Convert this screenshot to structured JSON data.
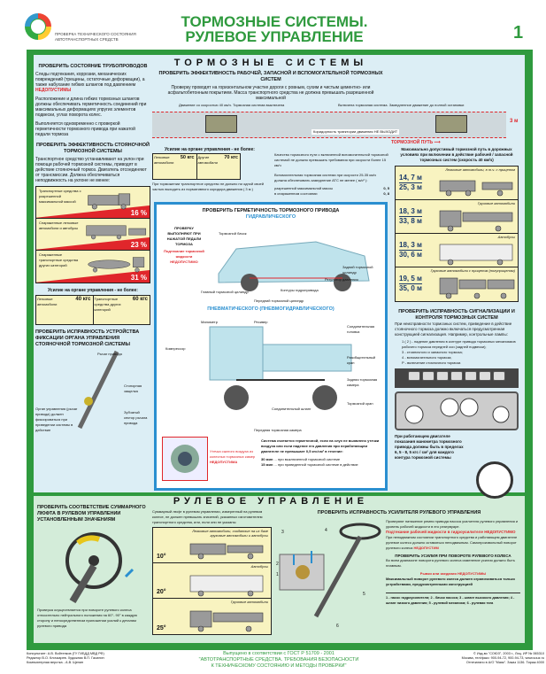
{
  "header": {
    "org_line1": "ПРОВЕРКА ТЕХНИЧЕСКОГО СОСТОЯНИЯ",
    "org_line2": "АВТОТРАНСПОРТНЫХ СРЕДСТВ",
    "title1": "ТОРМОЗНЫЕ СИСТЕМЫ.",
    "title2": "РУЛЕВОЕ УПРАВЛЕНИЕ",
    "page_number": "1"
  },
  "brakes": {
    "section_title": "ТОРМОЗНЫЕ СИСТЕМЫ",
    "pipes": {
      "title": "ПРОВЕРИТЬ СОСТОЯНИЕ ТРУБОПРОВОДОВ",
      "text": "Следы подтекания, коррозии, механических повреждений (трещины, остаточные деформации), а также набухание гибких шлангов под давлением",
      "warn": "НЕДОПУСТИМЫ",
      "text2": "Расположение и длина гибких тормозных шлангов должны обеспечивать герметичность соединений при максимальных деформациях упругих элементов подвески, углах поворота колес.",
      "text3": "Выполняется одновременно с проверкой герметичности тормозного привода при нажатой педали тормоза"
    },
    "stationary": {
      "title": "ПРОВЕРИТЬ ЭФФЕКТИВНОСТЬ СТОЯНОЧНОЙ ТОРМОЗНОЙ СИСТЕМЫ",
      "text": "Транспортное средство устанавливают на уклон при помощи рабочей тормозной системы, приводят в действие стояночный тормоз. Двигатель отсоединяют от трансмиссии. Должна обеспечиваться неподвижность на уклоне не менее:",
      "slopes": [
        {
          "label": "Транспортные средства с разрешенной максимальной массой",
          "percent": "16 %"
        },
        {
          "label": "Снаряженные легковые автомобили и автобусы",
          "percent": "23 %"
        },
        {
          "label": "Снаряженные транспортные средства других категорий",
          "percent": "31 %"
        }
      ],
      "effort_label": "Усилие на органе управления - не более:",
      "efforts": [
        {
          "label": "Легковые автомобили",
          "value": "40 кгс"
        },
        {
          "label": "Транспортные средства других категорий",
          "value": "60 кгс"
        }
      ]
    },
    "parking": {
      "title": "ПРОВЕРИТЬ ИСПРАВНОСТЬ УСТРОЙСТВА ФИКСАЦИИ ОРГАНА УПРАВЛЕНИЯ СТОЯНОЧНОЙ ТОРМОЗНОЙ СИСТЕМЫ",
      "lever": "Рычаг привода",
      "pawl": "Стопорная защелка",
      "sector": "Зубчатый сектор рычага привода",
      "note": "Орган управления (рычаг привода) должен фиксироваться при приведении системы в действие"
    },
    "efficiency": {
      "title": "ПРОВЕРИТЬ ЭФФЕКТИВНОСТЬ РАБОЧЕЙ, ЗАПАСНОЙ И ВСПОМОГАТЕЛЬНОЙ ТОРМОЗНЫХ СИСТЕМ",
      "text": "Проверку проводят на горизонтальном участке дороги с ровным, сухим и чистым цементно- или асфальтобетонным покрытием. Масса транспортного средства не должна превышать разрешенной максимальной",
      "speed_text": "Движение со скоростью 40 км/ч. Тормозная система выключена",
      "braking_text": "Включена тормозная система. Замедленное движение до полной остановки",
      "corridor": "Коридорность траектории движения НЕ ВЫХОДИТ",
      "width": "3 м",
      "distance_label": "ТОРМОЗНОЙ ПУТЬ",
      "effort_label": "Усилие на органе управления - не более:",
      "efforts": [
        {
          "label": "Легковые автомобили",
          "value": "50 кгс"
        },
        {
          "label": "Другие автомобили",
          "value": "70 кгс"
        }
      ],
      "corridor_text": "При торможении транспортное средство не должно ни одной своей частью выходить из нормативного коридора движения ( 3 м )",
      "aux_text1": "Качество тормозного пути с включенной вспомогательной тормозной системой не должно превышать требования при скорости более 15 км/ч",
      "aux_text2": "Вспомогательная тормозная система при скорости 25-35 км/ч должна обеспечивать замедление АТС не менее ( м/с² ):",
      "aux_rows": [
        {
          "label": "разрешенной максимальной массы",
          "value": "0, 5"
        },
        {
          "label": "в снаряженном состоянии",
          "value": "0, 8"
        }
      ]
    },
    "distances": {
      "title": "Максимально допустимый тормозной путь в дорожных условиях при включении в действие рабочей / запасной тормозных систем (скорость 40 км/ч)",
      "vehicles": [
        {
          "category": "Легковые автомобили, в т.ч. с прицепом",
          "d1": "14, 7 м",
          "d2": "25, 3 м"
        },
        {
          "category": "Грузовые автомобили",
          "d1": "18, 3 м",
          "d2": "33, 8 м"
        },
        {
          "category": "Автобусы",
          "d1": "18, 3 м",
          "d2": "30, 6 м"
        },
        {
          "category": "Грузовые автомобили с прицепом (полуприцепом)",
          "d1": "19, 5 м",
          "d2": "35, 0 м"
        }
      ]
    },
    "signal": {
      "title": "ПРОВЕРИТЬ ИСПРАВНОСТЬ СИГНАЛИЗАЦИИ И КОНТРОЛЯ ТОРМОЗНЫХ СИСТЕМ",
      "text": "При неисправности тормозных систем, приведение в действие стояночного тормоза должно включаться предусмотренная конструкцией сигнализация. Например, контрольные лампы:",
      "lamps": [
        "1 ( 2 ) - падение давления в контуре привода тормозных механизмов рабочего тормоза передней оси (задней подвески);",
        "3 - стояночного и запасного тормоза;",
        "4 - вспомогательного тормоза;",
        "P - включение стояночного тормоза"
      ],
      "gauge_text": "При работающем двигателе показания манометра тормозного привода должны быть в пределах 6, 5 - 8, 5 кгс / см² для каждого контура тормозной системы"
    },
    "hermetic": {
      "title": "ПРОВЕРИТЬ ГЕРМЕТИЧНОСТЬ ТОРМОЗНОГО ПРИВОДА",
      "hydraulic": "ГИДРАВЛИЧЕСКОГО",
      "pneumatic": "ПНЕВМАТИЧЕСКОГО (ПНЕВМОГИДРАВЛИЧЕСКОГО)",
      "pedal_note": "ПРОВЕРКУ ВЫПОЛНЯЮТ ПРИ НАЖАТОЙ ПЕДАЛИ ТОРМОЗА",
      "leak_note": "Подтекание тормозной жидкости НЕДОПУСТИМО",
      "labels_hyd": [
        "Тормозной бачок",
        "Главный тормозной цилиндр",
        "Передний тормозной цилиндр",
        "Контуры гидропривода",
        "Регулятор давления",
        "Задний тормозной цилиндр"
      ],
      "labels_pn": [
        "Манометр",
        "Ресивер",
        "Компрессор",
        "Соединительная головка",
        "Разобщительный кран",
        "Задняя тормозная камера",
        "Соединительный шланг",
        "Тормозной кран",
        "Передняя тормозная камера"
      ],
      "air_leak": "Утечка сжатого воздуха из колесных тормозных камер",
      "air_leak_warn": "НЕДОПУСТИМА",
      "airtight_text": "Система считается герметичной, если на слух не выявлено утечки воздуха или если падение его давления при неработающем двигателе не превышает 0,5 кгс/см² в течение:",
      "times": [
        {
          "value": "30 мин",
          "label": "при выключенной тормозной системе"
        },
        {
          "value": "15 мин",
          "label": "при приведенной тормозной системе в действие"
        }
      ]
    }
  },
  "steering": {
    "section_title": "РУЛЕВОЕ УПРАВЛЕНИЕ",
    "freeplay": {
      "title": "ПРОВЕРИТЬ СООТВЕТСТВИЕ СУММАРНОГО ЛЮФТА В РУЛЕВОМ УПРАВЛЕНИИ УСТАНОВЛЕННЫМ ЗНАЧЕНИЯМ",
      "text": "Проверка осуществляется при повороте рулевого колеса относительно нейтрального положения на 60°- 90° в каждую сторону и непосредственном приложении усилий к деталям рулевого привода"
    },
    "limits": {
      "text": "Суммарный люфт в рулевом управлении, измеренный на рулевом колесе, не должен превышать значений, указанных изготовителем транспортного средства, или, если они не указаны",
      "rows": [
        {
          "category": "Легковые автомобили, созданные на их базе грузовые автомобили и автобусы",
          "angle": "10°"
        },
        {
          "category": "Автобусы",
          "angle": "20°"
        },
        {
          "category": "Грузовые автомобили",
          "angle": "25°"
        }
      ]
    },
    "power": {
      "title": "ПРОВЕРИТЬ ИСПРАВНОСТЬ УСИЛИТЕЛЯ РУЛЕВОГО УПРАВЛЕНИЯ",
      "text1": "Проверяют натяжение ремня привода насоса усилителя рулевого управления и уровень рабочей жидкости в его резервуаре.",
      "warn1": "Подтекание рабочей жидкости в гидроусилителе НЕДОПУСТИМО",
      "text2": "При неподвижном состоянии транспортного средства и работающем двигателе рулевое колесо должно оставаться неподвижным. Самопроизвольный поворот рулевого колеса",
      "warn2": "НЕДОПУСТИМ",
      "effort_title": "ПРОВЕРИТЬ УСИЛИЯ ПРИ ПОВОРОТЕ РУЛЕВОГО КОЛЕСА",
      "effort_text": "Во всем диапазоне поворота рулевого колеса изменение усилия должно быть плавным.",
      "warn3": "Рывки или заедания НЕДОПУСТИМЫ",
      "max_text": "Максимальный поворот рулевого колеса должен ограничиваться только устройствами, предусмотренными конструкцией",
      "legend": "1 - насос гидроусилителя; 2 - бачок насоса; 3 - шланг высокого давления; 4 - шланг низкого давления; 5 - рулевой механизм; 6 - рулевая тяга",
      "numbers": [
        "1",
        "2",
        "3",
        "4",
        "5",
        "6"
      ]
    }
  },
  "footer": {
    "left": [
      "Консультант: А.В. Войтенков (ГУ ГИБДД МВД РФ)",
      "Редактор В.О. Клочкарев. Художник В.П. Гасилин",
      "Компьютерная верстка - А.В. Щелин"
    ],
    "center": [
      "Выпущено в соответствии с ГОСТ Р 51709 - 2001",
      "\"АВТОТРАНСПОРТНЫЕ СРЕДСТВА. ТРЕБОВАНИЯ БЕЗОПАСНОСТИ",
      "К ТЕХНИЧЕСКОМУ СОСТОЯНИЮ И МЕТОДЫ ПРОВЕРКИ\""
    ],
    "right": [
      "© Изд-во \"СОЮЗ\", 2003 г., Лиц. ИР № 065310",
      "Москва, тел/факс: 900-94-72, 900-94-73, www.souz.ru",
      "Отпечатано в А/О \"Маяк\". Заказ 1136. Тираж 4000"
    ]
  }
}
